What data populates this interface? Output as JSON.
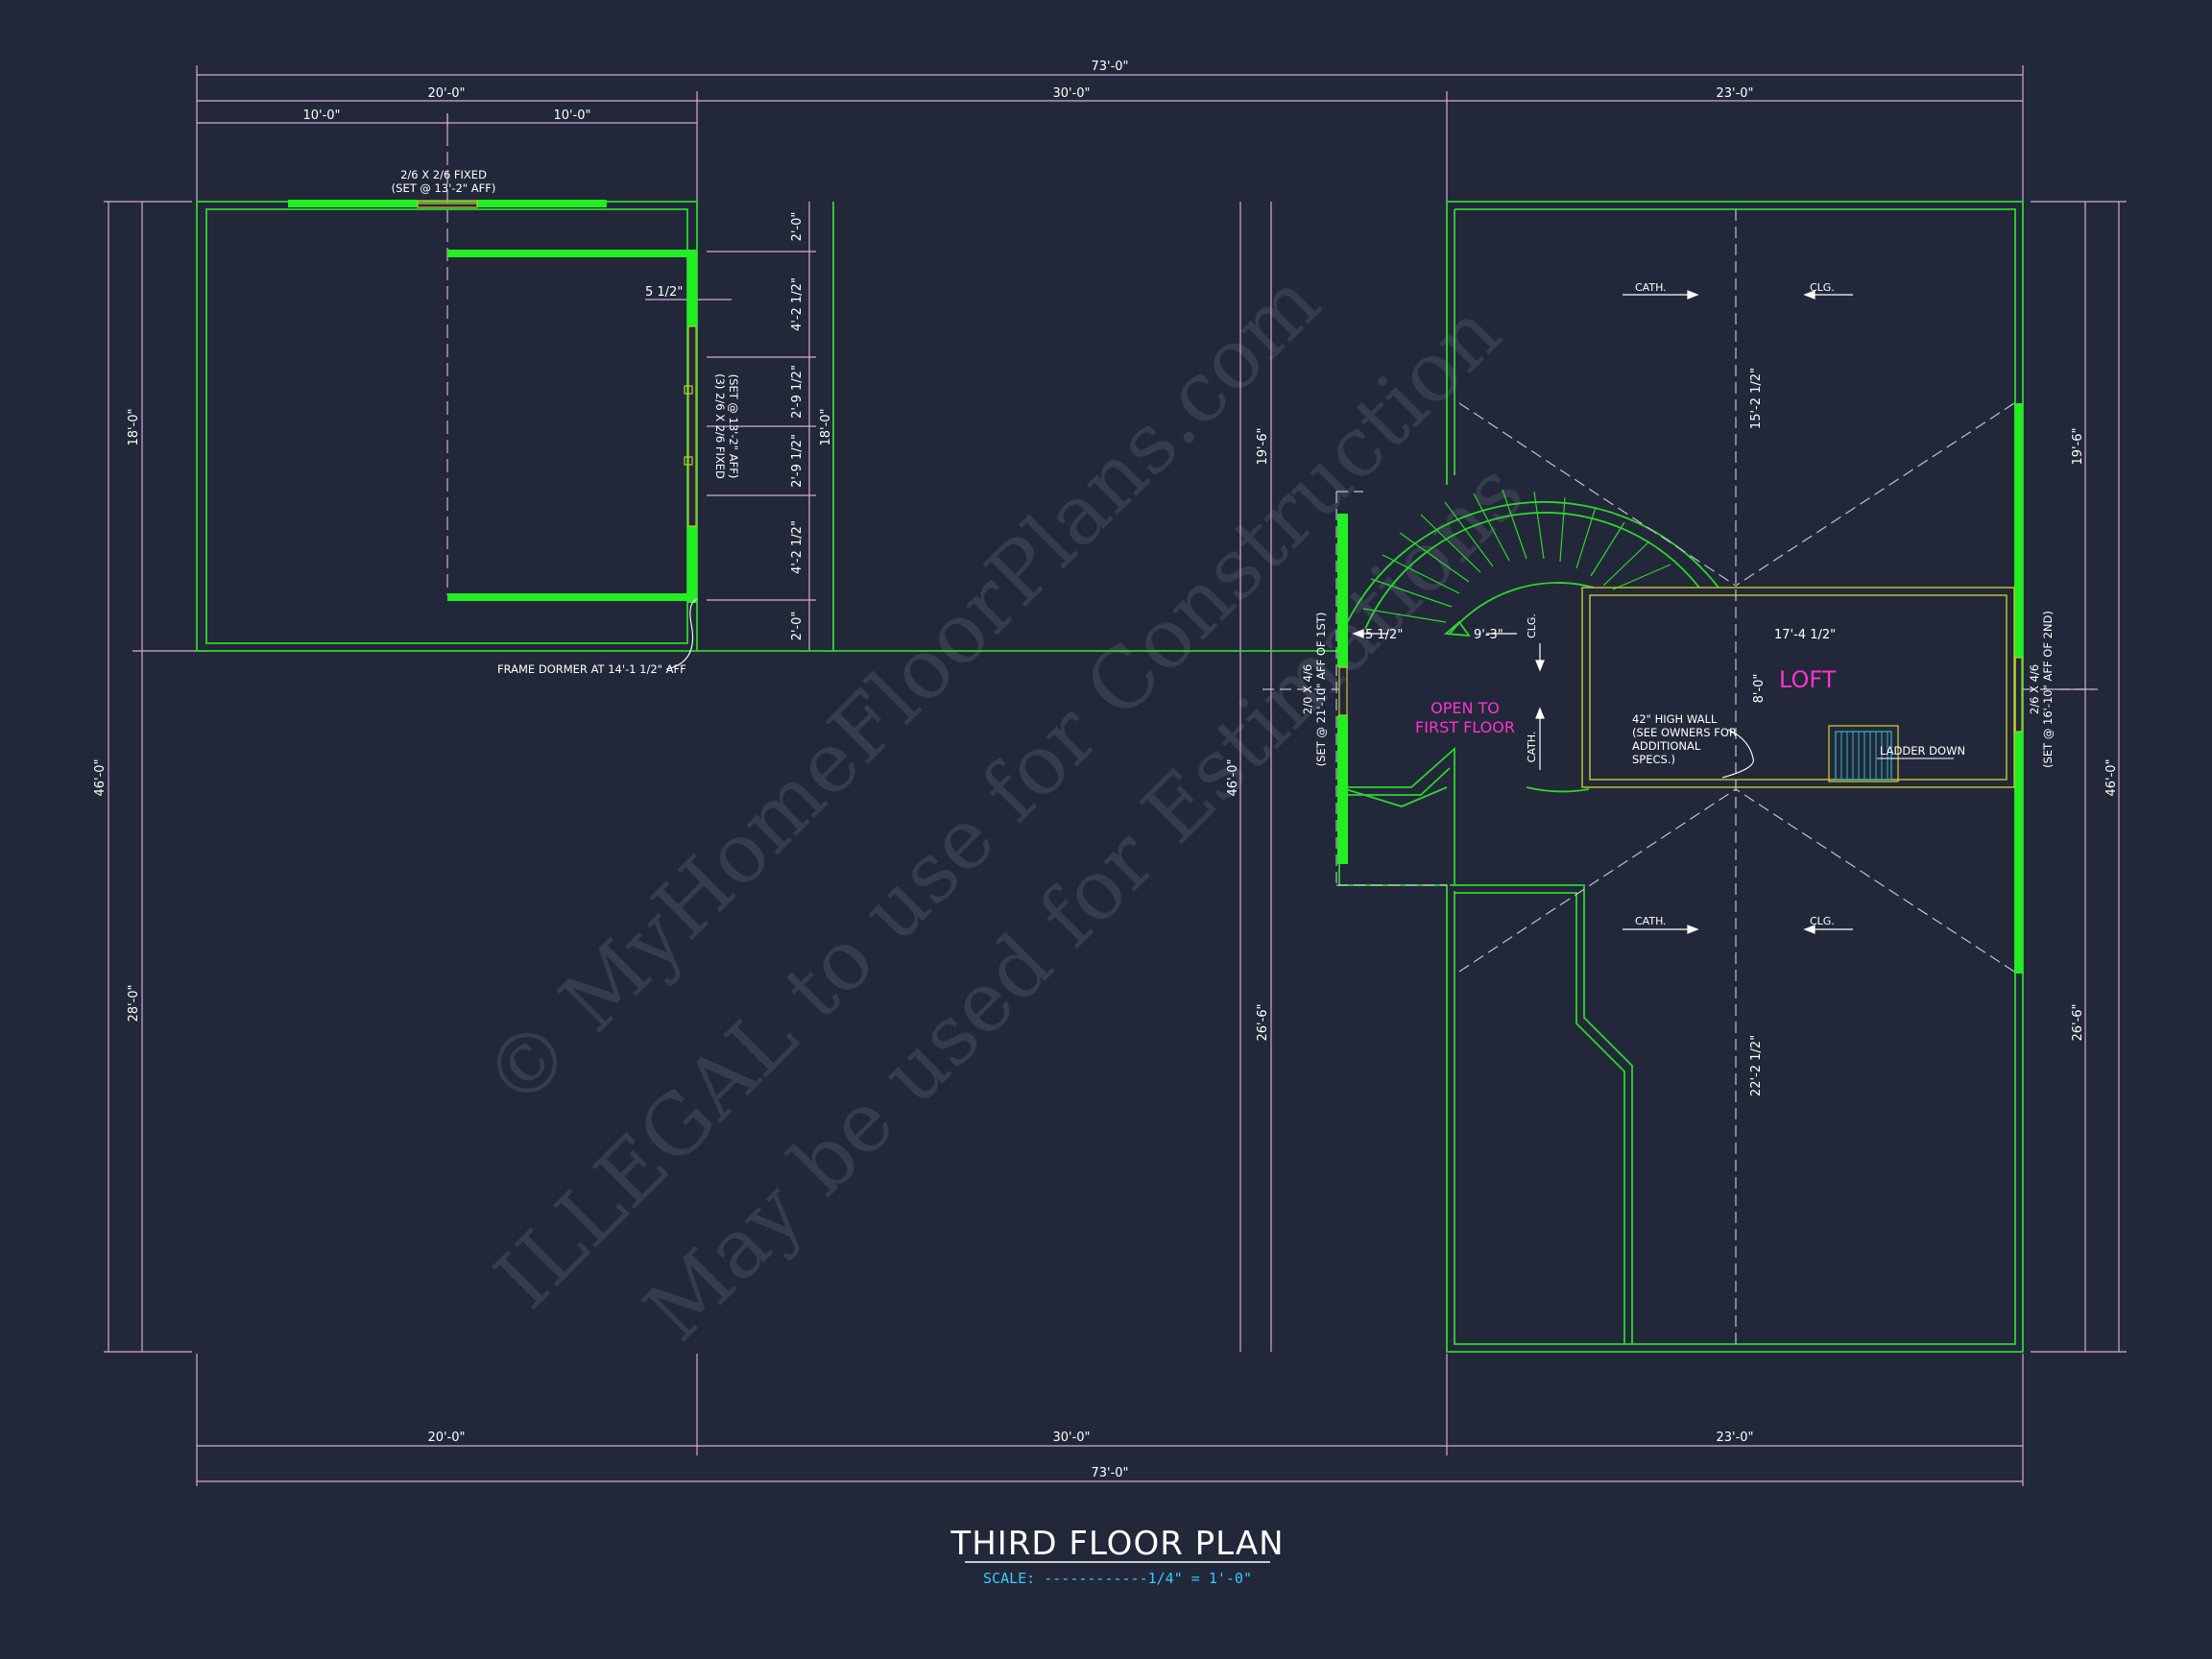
{
  "dimensions": {
    "top_overall": "73'-0\"",
    "top_left": "20'-0\"",
    "top_mid": "30'-0\"",
    "top_right": "23'-0\"",
    "top_sub_a": "10'-0\"",
    "top_sub_b": "10'-0\"",
    "bottom_left": "20'-0\"",
    "bottom_mid": "30'-0\"",
    "bottom_right": "23'-0\"",
    "bottom_overall": "73'-0\"",
    "left_overall": "46'-0\"",
    "left_upper": "18'-0\"",
    "left_lower": "28'-0\"",
    "right_overall": "46'-0\"",
    "right_upper": "19'-6\"",
    "right_lower": "26'-6\"",
    "mid_upper": "19'-6\"",
    "mid_lower": "26'-6\"",
    "mid_overall": "46'-0\"",
    "dormer_height": "18'-0\"",
    "dormer_seg_1": "2'-0\"",
    "dormer_seg_2": "4'-2 1/2\"",
    "dormer_seg_3": "2'-9 1/2\"",
    "dormer_seg_4": "2'-9 1/2\"",
    "dormer_seg_5": "4'-2 1/2\"",
    "dormer_seg_6": "2'-0\"",
    "wall_thickness": "5 1/2\"",
    "stair_wall": "5 1/2\"",
    "stair_run": "9'-3\"",
    "loft_width": "17'-4 1/2\"",
    "loft_depth": "8'-0\"",
    "ridge_upper": "15'-2 1/2\"",
    "ridge_lower": "22'-2 1/2\""
  },
  "notes": {
    "window_top_line1": "2/6 X 2/6 FIXED",
    "window_top_line2": "(SET @ 13'-2\" AFF)",
    "window_side_line1": "(3) 2/6 X 2/6 FIXED",
    "window_side_line2": "(SET @ 13'-2\" AFF)",
    "frame_dormer": "FRAME DORMER AT 14'-1 1/2\" AFF",
    "win_left_line1": "2/0 X 4/6",
    "win_left_line2": "(SET @ 21'-10\" AFF OF 1ST)",
    "win_right_line1": "2/6 X 4/6",
    "win_right_line2": "(SET @ 16'-10\" AFF OF 2ND)",
    "wall_note_1": "42\" HIGH WALL",
    "wall_note_2": "(SEE OWNERS FOR",
    "wall_note_3": "ADDITIONAL",
    "wall_note_4": "SPECS.)",
    "ladder": "LADDER DOWN"
  },
  "tags": {
    "cath_upper": "CATH.",
    "clg_upper": "CLG.",
    "cath_lower": "CATH.",
    "clg_lower": "CLG.",
    "clg_stair": "CLG.",
    "cath_stair": "CATH."
  },
  "labels": {
    "open_line1": "OPEN TO",
    "open_line2": "FIRST FLOOR",
    "loft": "LOFT"
  },
  "title": {
    "name": "THIRD FLOOR PLAN",
    "scale": "SCALE: ------------1/4\" = 1'-0\""
  },
  "watermark": {
    "line1": "© MyHomeFloorPlans.com",
    "line2": "ILLEGAL to use for Construction",
    "line3": "May be used for Estimations"
  },
  "colors": {
    "background": "#222839",
    "wall": "#22ee22",
    "thin_wall": "#2fd42f",
    "dimension_line": "#d9a7d9",
    "text": "#ffffff",
    "label_magenta": "#ff33cc",
    "loft_outline": "#c8c830",
    "scale_text": "#33ccff",
    "ladder": "#2fb8c8"
  }
}
